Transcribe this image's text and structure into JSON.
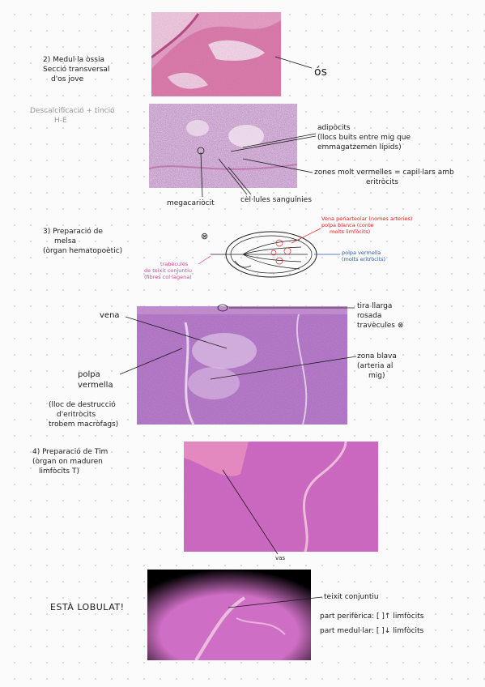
{
  "section2": {
    "title_lines": [
      "2) Medul·la òssia",
      "Secció transversal",
      "d'os jove"
    ],
    "technique_lines": [
      "Descalcificació + tinció",
      "H-E"
    ],
    "label_os": "ós",
    "label_adipocits_lines": [
      "adipòcits",
      "(llocs buits entre mig que",
      "emmagatzemen lípids)"
    ],
    "label_zones_lines": [
      "zones molt vermelles = capil·lars amb",
      "eritròcits"
    ],
    "label_megacariocit": "megacariòcit",
    "label_cellules": "cèl·lules sanguínies"
  },
  "section3": {
    "title_lines": [
      "3) Preparació de",
      "melsa",
      "(òrgan hematopoètic)"
    ],
    "circled_x": "⊗",
    "diagram_red_lines": [
      "Vena periarteolar (nomes arteries)",
      "polpa blanca (conte",
      "molts limfòcits)"
    ],
    "diagram_blue_lines": [
      "polpa vermella",
      "(molts eritròcits)"
    ],
    "diagram_pink_lines": [
      "trabècules",
      "de teixit conjuntiu",
      "(fibres col·lagena)"
    ],
    "label_vena": "vena",
    "label_tira_lines": [
      "tira llarga",
      "rosada",
      "travècules ⊗"
    ],
    "label_zona_blava_lines": [
      "zona blava",
      "(arteria al",
      "mig)"
    ],
    "label_polpa_lines": [
      "polpa",
      "vermella"
    ],
    "note_lines": [
      "(lloc de destrucció",
      "d'eritròcits",
      "trobem macròfags)"
    ]
  },
  "section4": {
    "title_lines": [
      "4) Preparació de Tim",
      "(òrgan on maduren",
      "limfòcits T)"
    ],
    "label_vas": "vas",
    "label_lobulat": "ESTÀ LOBULAT!",
    "label_teixit": "teixit conjuntiu",
    "label_periferica": "part perifèrica: [ ]↑ limfòcits",
    "label_medullar": "part medul·lar: [ ]↓ limfòcits"
  },
  "colors": {
    "ink": "#1c1c1c",
    "grey": "#9a9a9a",
    "red": "#e02020",
    "blue": "#2a5aa8",
    "pink": "#e0409a",
    "he_pink": "#d86aa6",
    "he_purple": "#6a3a8a"
  }
}
